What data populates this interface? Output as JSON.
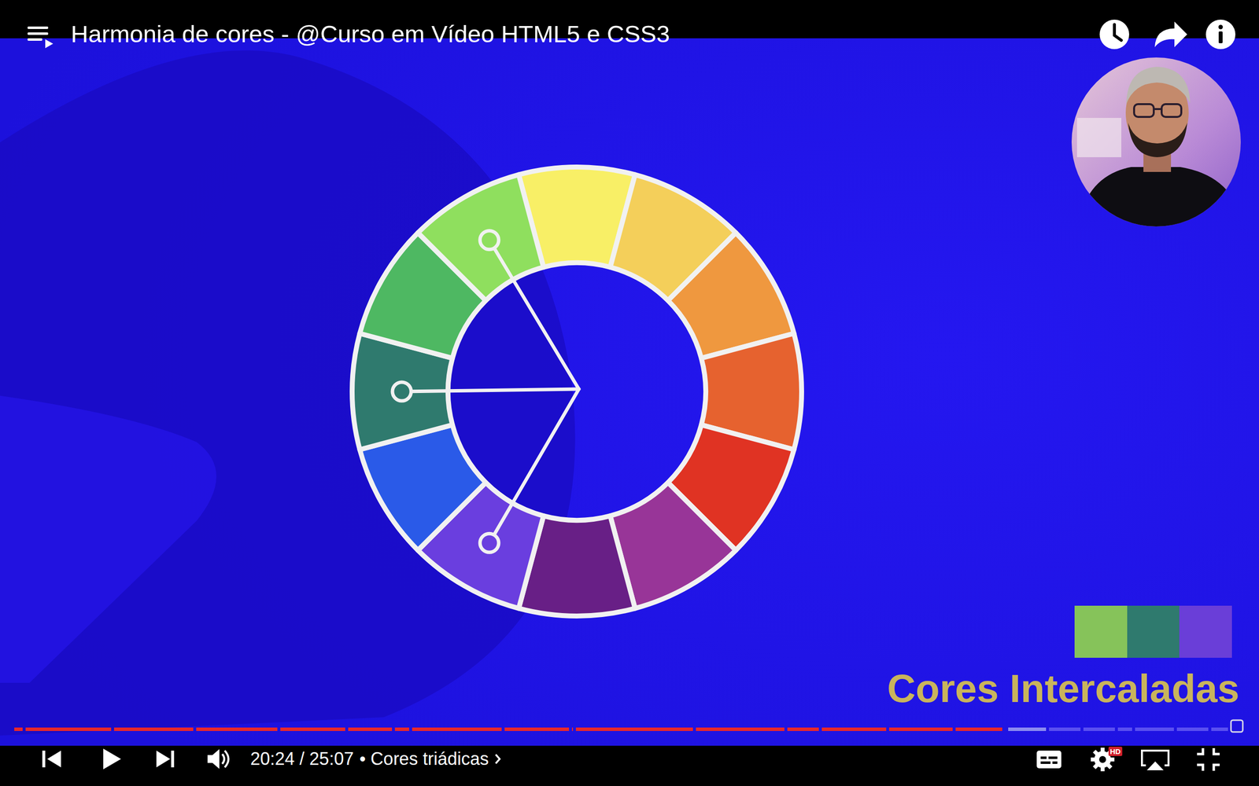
{
  "diagram": {
    "title": "Harmonia de cores - @Curso em Vídeo HTML5 e CSS3",
    "labels": [
      "Cores Intercaladas",
      "20:24 / 25:07",
      "• Cores triádicas",
      "HD"
    ]
  }
}
